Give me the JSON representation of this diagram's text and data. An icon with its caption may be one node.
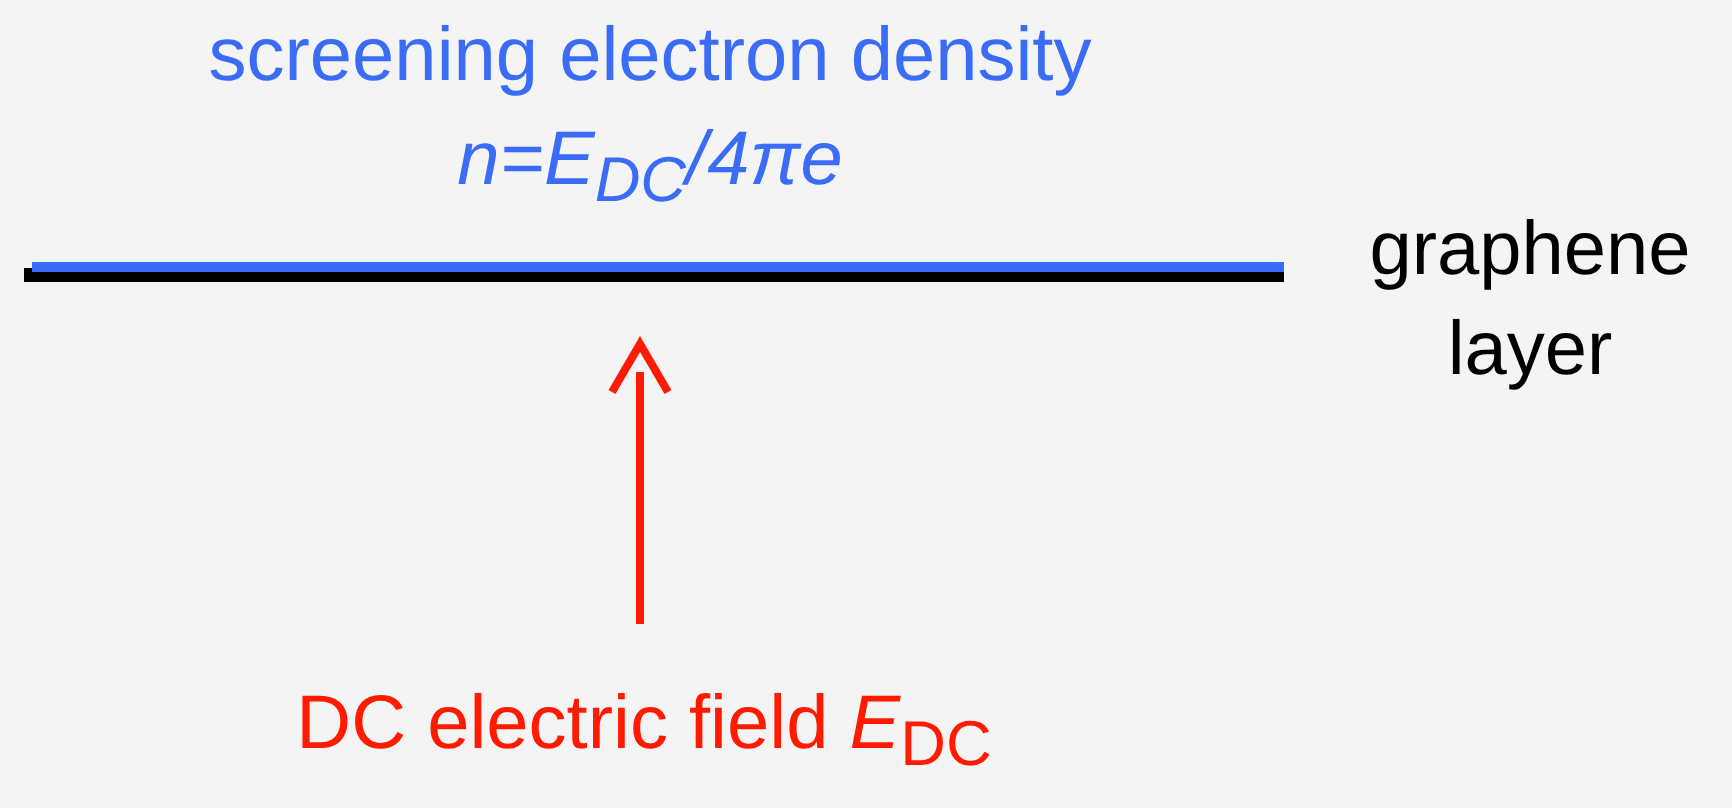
{
  "diagram": {
    "labels": [
      "screening electron density",
      "n=E$_{DC}$/4πe",
      "graphene layer",
      "DC electric field *E*$_{DC}$"
    ]
  }
}
